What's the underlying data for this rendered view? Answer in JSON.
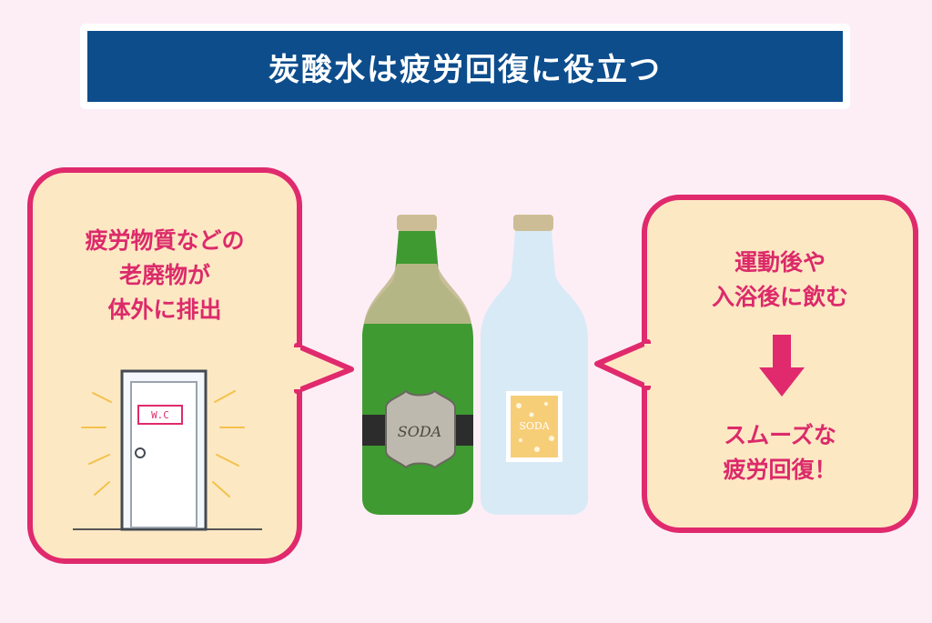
{
  "title": "炭酸水は疲労回復に役立つ",
  "left_bubble": {
    "lines": [
      "疲労物質などの",
      "老廃物が",
      "体外に排出"
    ],
    "door_sign": "W.C"
  },
  "bottles": {
    "green_label": "SODA",
    "clear_label": "SODA"
  },
  "right_bubble": {
    "top_lines": [
      "運動後や",
      "入浴後に飲む"
    ],
    "bottom_lines": [
      "スムーズな",
      "疲労回復！"
    ]
  },
  "colors": {
    "background": "#fdeef6",
    "title_bar": "#0d4d8c",
    "bubble_fill": "#fde8c4",
    "accent": "#e02a6d",
    "green_bottle": "#3c9a2f",
    "clear_bottle": "#d7e9f5"
  }
}
